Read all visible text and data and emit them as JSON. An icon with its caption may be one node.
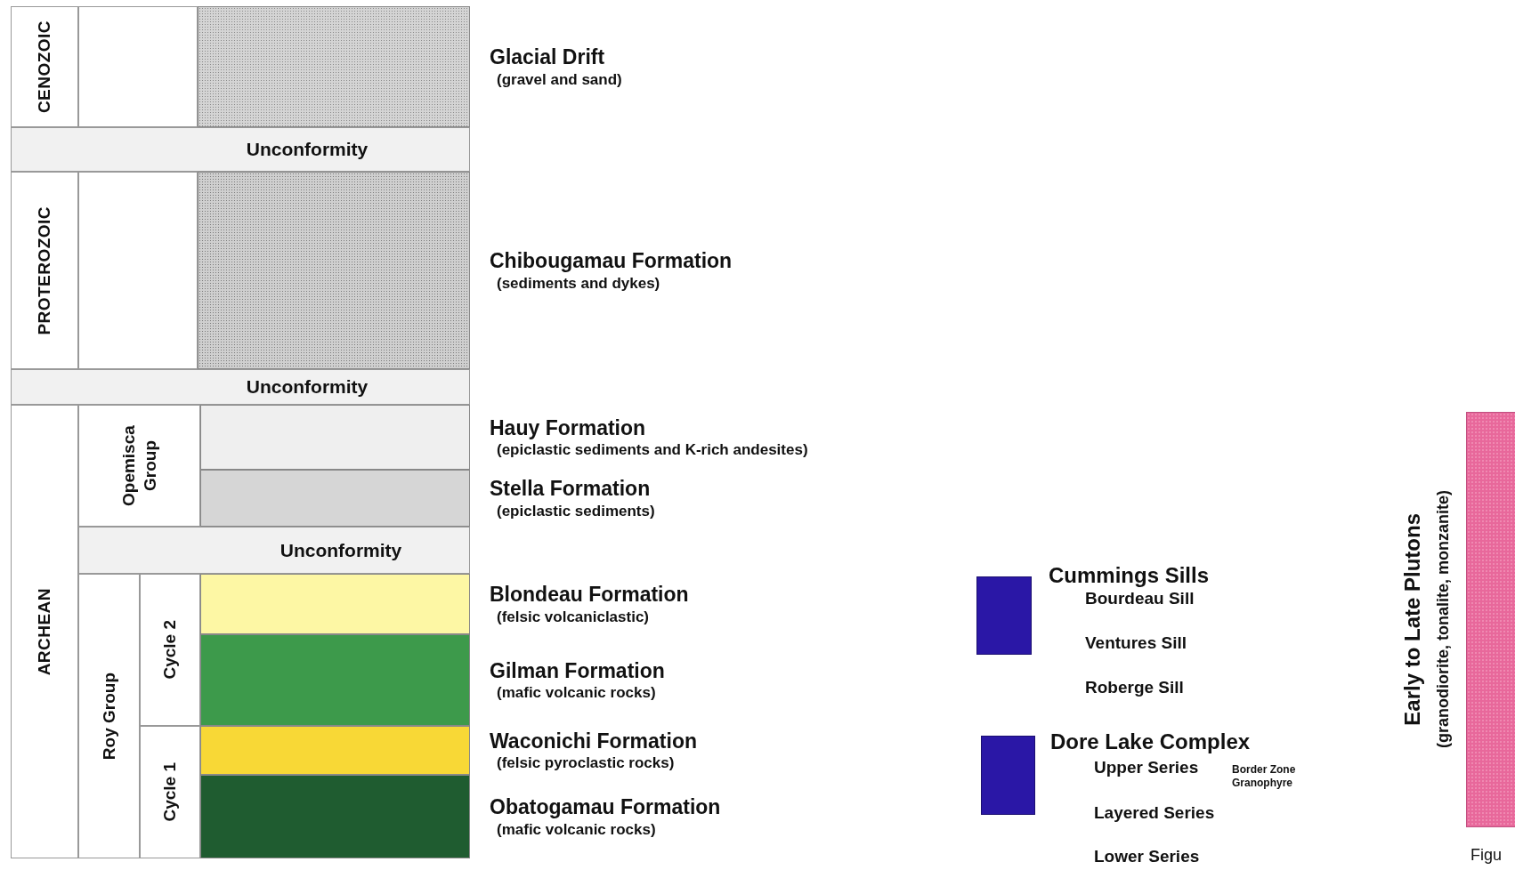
{
  "diagram": {
    "nodes": [
      {
        "text": [
          "CENOZOIC"
        ]
      },
      {
        "text": [
          "Glacial Drift",
          "(gravel and sand)"
        ]
      },
      {
        "text": [
          "Unconformity"
        ]
      },
      {
        "text": [
          "PROTEROZOIC"
        ]
      },
      {
        "text": [
          "Chibougamau Formation",
          "(sediments and dykes)"
        ]
      },
      {
        "text": [
          "Unconformity"
        ]
      },
      {
        "text": [
          "ARCHEAN"
        ]
      },
      {
        "text": [
          "Opemisca Group"
        ]
      },
      {
        "text": [
          "Hauy Formation",
          "(epiclastic sediments and K-rich andesites)"
        ]
      },
      {
        "text": [
          "Stella Formation",
          "(epiclastic sediments)"
        ]
      },
      {
        "text": [
          "Unconformity"
        ]
      },
      {
        "text": [
          "Roy Group"
        ]
      },
      {
        "text": [
          "Cycle 2"
        ]
      },
      {
        "text": [
          "Blondeau Formation",
          "(felsic volcaniclastic)"
        ]
      },
      {
        "text": [
          "Gilman Formation",
          "(mafic volcanic rocks)"
        ]
      },
      {
        "text": [
          "Cycle 1"
        ]
      },
      {
        "text": [
          "Waconichi Formation",
          "(felsic pyroclastic rocks)"
        ]
      },
      {
        "text": [
          "Obatogamau Formation",
          "(mafic volcanic rocks)"
        ]
      },
      {
        "text": [
          "Cummings Sills",
          "Bourdeau Sill",
          "Ventures Sill",
          "Roberge Sill"
        ]
      },
      {
        "text": [
          "Dore Lake Complex",
          "Upper Series",
          "Layered Series",
          "Lower Series"
        ]
      },
      {
        "text": [
          "Early to Late Plutons",
          "(granodiorite, tonalite, monzanite)"
        ]
      }
    ],
    "edges": [],
    "labels": [
      "Border Zone Granophyre",
      "Figu"
    ]
  }
}
